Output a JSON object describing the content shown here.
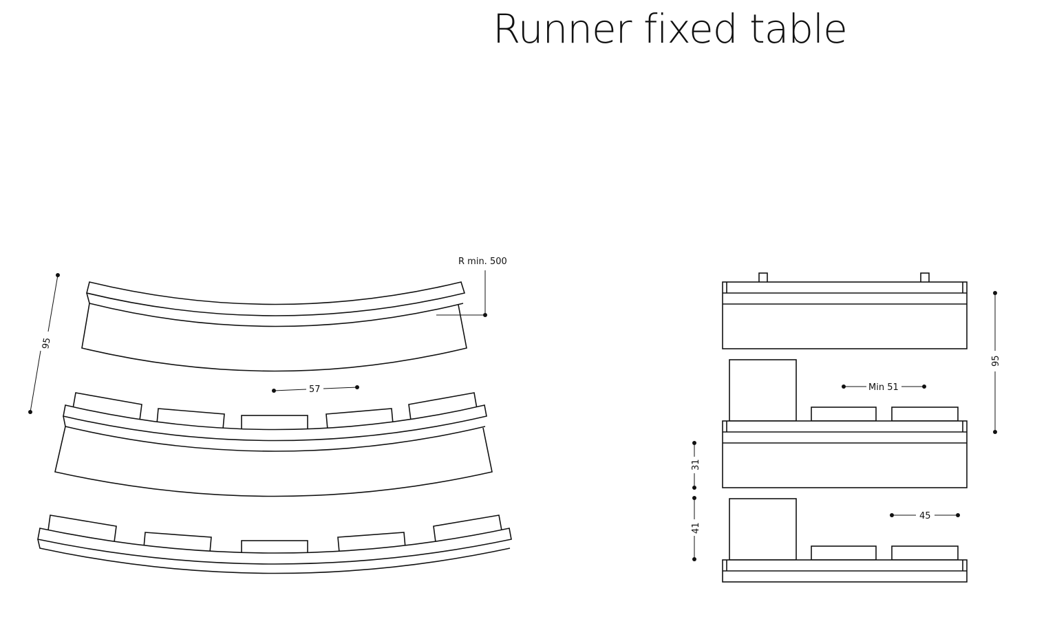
{
  "title": "Runner fixed table",
  "plan_view": {
    "dim_radius": "R min. 500",
    "dim_height": "95",
    "dim_seat_spacing": "57"
  },
  "elevation_view": {
    "dim_height": "95",
    "dim_min_spacing": "Min 51",
    "dim_seat_height": "31",
    "dim_table_height": "41",
    "dim_seat_width": "45"
  }
}
